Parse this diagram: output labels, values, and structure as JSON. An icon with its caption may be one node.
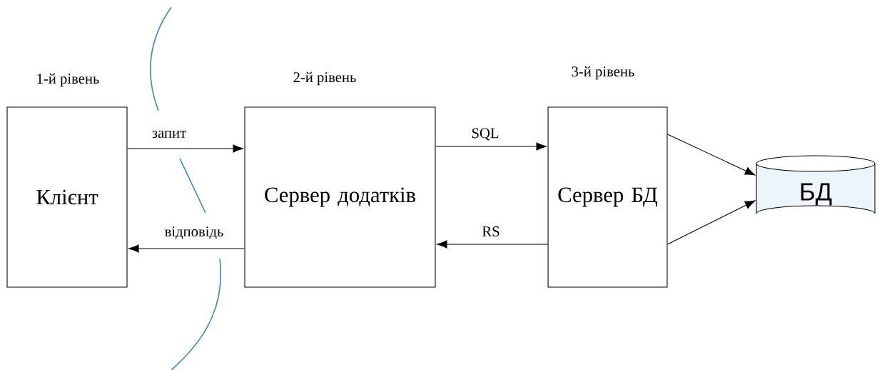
{
  "diagram": {
    "nodes": [
      {
        "text": [
          "1-й рівень",
          "Клієнт"
        ]
      },
      {
        "text": [
          "2-й рівень",
          "Сервер додатків"
        ]
      },
      {
        "text": [
          "3-й рівень",
          "Сервер БД"
        ]
      },
      {
        "text": [
          "БД"
        ]
      }
    ],
    "edges": [
      {
        "from": 0,
        "to": 1,
        "arrow": "to",
        "label": "запит"
      },
      {
        "from": 1,
        "to": 0,
        "arrow": "to",
        "label": "відповідь"
      },
      {
        "from": 1,
        "to": 2,
        "arrow": "to",
        "label": "SQL"
      },
      {
        "from": 2,
        "to": 1,
        "arrow": "to",
        "label": "RS"
      },
      {
        "from": 2,
        "to": 3,
        "arrow": "to"
      },
      {
        "from": 2,
        "to": 3,
        "arrow": "to"
      }
    ]
  }
}
